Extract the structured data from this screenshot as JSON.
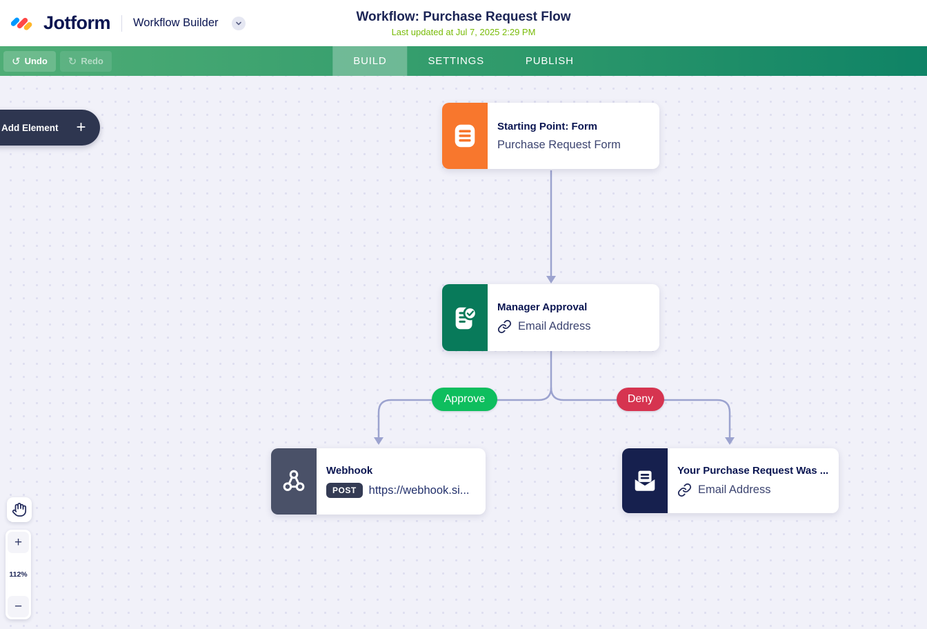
{
  "header": {
    "logo_text": "Jotform",
    "product_name": "Workflow Builder",
    "title": "Workflow: Purchase Request Flow",
    "last_updated": "Last updated at Jul 7, 2025 2:29 PM"
  },
  "toolbar": {
    "undo_icon": "↺",
    "undo_label": "Undo",
    "redo_icon": "↻",
    "redo_label": "Redo",
    "tabs": [
      {
        "label": "BUILD",
        "active": true
      },
      {
        "label": "SETTINGS",
        "active": false
      },
      {
        "label": "PUBLISH",
        "active": false
      }
    ]
  },
  "canvas": {
    "add_element": {
      "label": "Add Element",
      "plus": "+"
    },
    "nodes": [
      {
        "kind": "form-start",
        "title": "Starting Point: Form",
        "subtitle": "Purchase Request Form"
      },
      {
        "kind": "approval",
        "title": "Manager Approval",
        "subtitle": "Email Address"
      },
      {
        "kind": "webhook",
        "title": "Webhook",
        "method": "POST",
        "url": "https://webhook.si..."
      },
      {
        "kind": "send-email",
        "title": "Your Purchase Request Was ...",
        "subtitle": "Email Address"
      }
    ],
    "branches": {
      "approve": "Approve",
      "deny": "Deny"
    },
    "zoom_controls": {
      "zoom_in": "+",
      "zoom_level": "112%",
      "zoom_out": "−"
    }
  },
  "colors": {
    "accent_orange": "#F8772D",
    "accent_green": "#087A5A",
    "accent_slate": "#4A5168",
    "accent_navy": "#16204E",
    "approve_pill": "#0EBE5E",
    "deny_pill": "#D63450",
    "toolbar_gradient_start": "#4FAD76",
    "toolbar_gradient_end": "#0F8366",
    "last_updated_green": "#78BB07",
    "connector": "#9CA3CF",
    "title_navy": "#0A1551",
    "canvas_bg": "#F1F1F9"
  }
}
